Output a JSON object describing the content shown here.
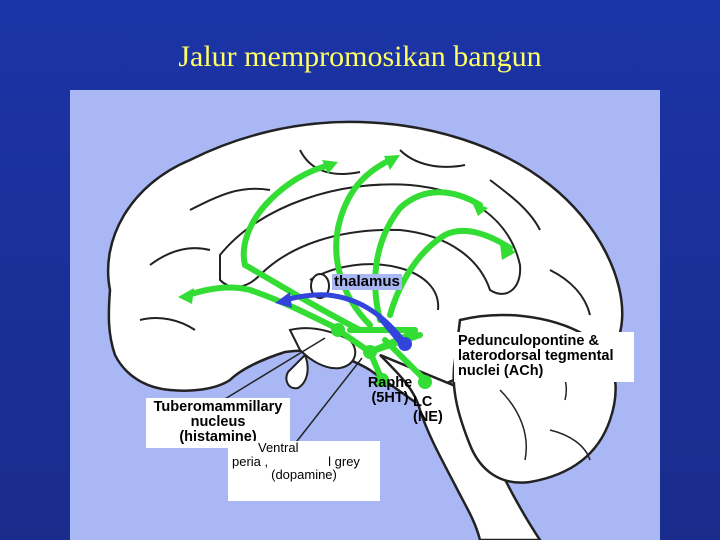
{
  "title": "Jalur mempromosikan bangun",
  "labels": {
    "thalamus": "thalamus",
    "pedunculopontine_line1": "Pedunculopontine &",
    "pedunculopontine_line2": "laterodorsal tegmental",
    "pedunculopontine_line3": "nuclei  (ACh)",
    "raphe_line1": "Raphe",
    "raphe_line2": "(5HT)",
    "lc_line1": "LC",
    "lc_line2": "(NE)",
    "tubero_line1": "Tuberomammillary",
    "tubero_line2": "nucleus",
    "tubero_line3": "(histamine)",
    "ventral_line1": "Ventral",
    "ventral_line2a": "peria ,",
    "ventral_line2b": "l grey",
    "ventral_line3": "(dopamine)"
  },
  "colors": {
    "background": "#1a2f9a",
    "title": "#ffff66",
    "panel": "#a9b8f5",
    "brain_fill": "#ffffff",
    "green_pathway": "#33dd33",
    "blue_pathway": "#3344dd"
  }
}
